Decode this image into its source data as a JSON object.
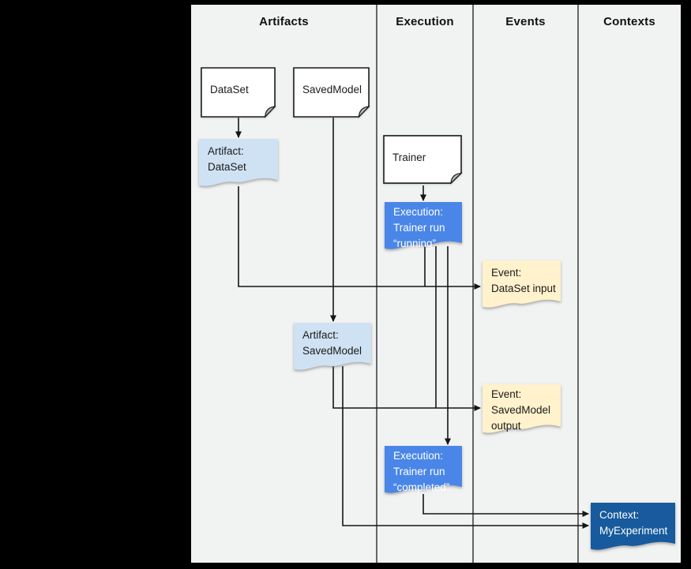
{
  "columns": [
    {
      "label": "Artifacts"
    },
    {
      "label": "Execution"
    },
    {
      "label": "Events"
    },
    {
      "label": "Contexts"
    }
  ],
  "nodes": {
    "dataset": {
      "label": "DataSet",
      "type": "document",
      "fill": "#ffffff"
    },
    "savedmodel": {
      "label": "SavedModel",
      "type": "document",
      "fill": "#ffffff"
    },
    "trainer": {
      "label": "Trainer",
      "type": "document",
      "fill": "#ffffff"
    },
    "artifact_dataset": {
      "label": "Artifact:\nDataSet",
      "type": "artifact",
      "fill": "#cfe2f3"
    },
    "execution_running": {
      "label": "Execution:\nTrainer run\n“running”",
      "type": "execution",
      "fill": "#4a86e8"
    },
    "event_dataset_input": {
      "label": "Event:\nDataSet input",
      "type": "event",
      "fill": "#fff2cc"
    },
    "artifact_savedmodel": {
      "label": "Artifact:\nSavedModel",
      "type": "artifact",
      "fill": "#cfe2f3"
    },
    "event_savedmodel_output": {
      "label": "Event:\nSavedModel\noutput",
      "type": "event",
      "fill": "#fff2cc"
    },
    "execution_completed": {
      "label": "Execution:\nTrainer run\n“completed”",
      "type": "execution",
      "fill": "#4a86e8"
    },
    "context_myexperiment": {
      "label": "Context:\nMyExperiment",
      "type": "context",
      "fill": "#175a9d"
    }
  },
  "edges": [
    {
      "from": "DataSet",
      "to": "Artifact: DataSet"
    },
    {
      "from": "SavedModel",
      "to": "Artifact: SavedModel"
    },
    {
      "from": "Trainer",
      "to": "Execution: Trainer run “running”"
    },
    {
      "from": "Artifact: DataSet",
      "to": "Event: DataSet input"
    },
    {
      "from": "Execution: Trainer run “running”",
      "to": "Event: DataSet input"
    },
    {
      "from": "Execution: Trainer run “running”",
      "to": "Event: SavedModel output"
    },
    {
      "from": "Artifact: SavedModel",
      "to": "Event: SavedModel output"
    },
    {
      "from": "Execution: Trainer run “running”",
      "to": "Execution: Trainer run “completed”"
    },
    {
      "from": "Execution: Trainer run “completed”",
      "to": "Context: MyExperiment"
    },
    {
      "from": "Artifact: SavedModel",
      "to": "Context: MyExperiment"
    }
  ],
  "colors": {
    "page_background": "#000000",
    "canvas_background": "#f1f2f2",
    "artifact_fill": "#cfe2f3",
    "execution_fill": "#4a86e8",
    "event_fill": "#fff2cc",
    "context_fill": "#175a9d",
    "document_fill": "#ffffff",
    "line": "#151515"
  }
}
